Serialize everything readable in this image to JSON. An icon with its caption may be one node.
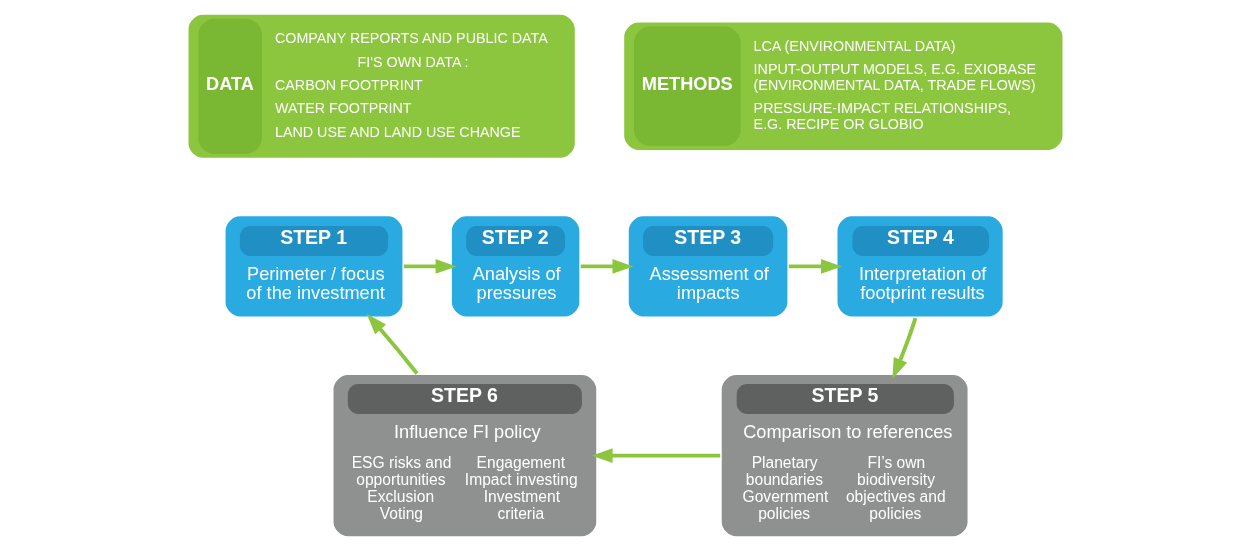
{
  "diagram": {
    "nodes": [
      {
        "text": [
          "DATA",
          "COMPANY REPORTS AND PUBLIC DATA",
          "FI'S OWN DATA :",
          "CARBON FOOTPRINT",
          "WATER FOOTPRINT",
          "LAND USE AND LAND USE CHANGE"
        ]
      },
      {
        "text": [
          "METHODS",
          "LCA (ENVIRONMENTAL DATA)",
          "INPUT-OUTPUT MODELS, E.G. EXIOBASE (ENVIRONMENTAL DATA, TRADE FLOWS)",
          "PRESSURE-IMPACT RELATIONSHIPS, E.G. RECIPE OR GLOBIO"
        ]
      },
      {
        "text": [
          "STEP 1",
          "Perimeter / focus of the investment"
        ]
      },
      {
        "text": [
          "STEP 2",
          "Analysis of pressures"
        ]
      },
      {
        "text": [
          "STEP 3",
          "Assessment of impacts"
        ]
      },
      {
        "text": [
          "STEP 4",
          "Interpretation of footprint results"
        ]
      },
      {
        "text": [
          "STEP 5",
          "Comparison to references",
          "Planetary boundaries",
          "Government policies",
          "FI’s own biodiversity objectives and policies"
        ]
      },
      {
        "text": [
          "STEP 6",
          "Influence FI policy",
          "ESG risks and opportunities",
          "Exclusion",
          "Voting",
          "Engagement",
          "Impact investing",
          "Investment criteria"
        ]
      }
    ],
    "edges": [
      {
        "from": 2,
        "to": 3,
        "arrow": "to"
      },
      {
        "from": 3,
        "to": 4,
        "arrow": "to"
      },
      {
        "from": 4,
        "to": 5,
        "arrow": "to"
      },
      {
        "from": 5,
        "to": 6,
        "arrow": "to"
      },
      {
        "from": 6,
        "to": 7,
        "arrow": "to"
      },
      {
        "from": 7,
        "to": 2,
        "arrow": "to"
      }
    ]
  }
}
